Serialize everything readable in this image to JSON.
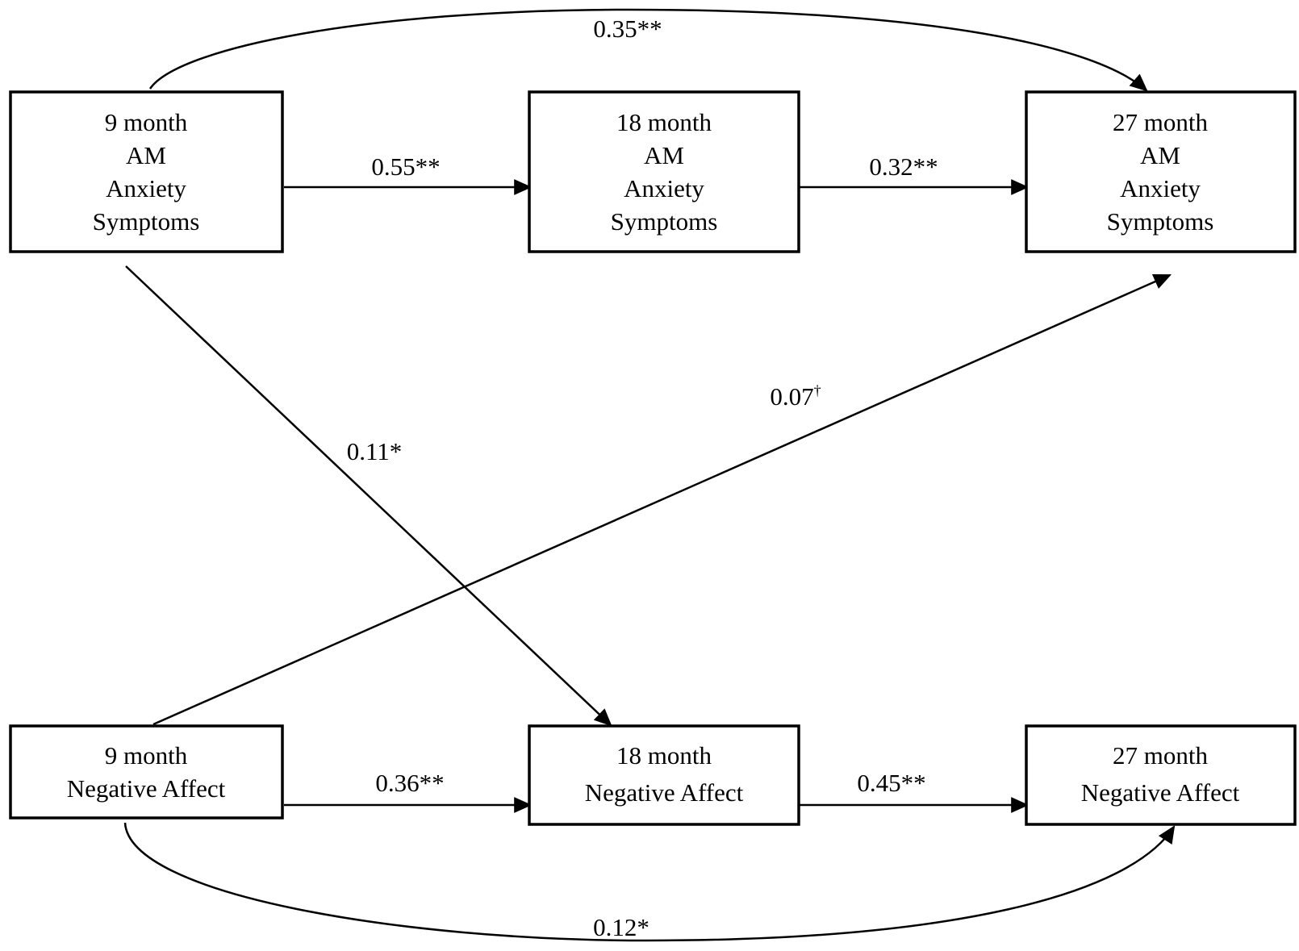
{
  "nodes": {
    "am9": {
      "lines": [
        "9 month",
        "AM",
        "Anxiety",
        "Symptoms"
      ]
    },
    "am18": {
      "lines": [
        "18 month",
        "AM",
        "Anxiety",
        "Symptoms"
      ]
    },
    "am27": {
      "lines": [
        "27 month",
        "AM",
        "Anxiety",
        "Symptoms"
      ]
    },
    "na9": {
      "lines": [
        "9 month",
        "Negative Affect"
      ]
    },
    "na18": {
      "lines": [
        "18 month",
        "Negative Affect"
      ]
    },
    "na27": {
      "lines": [
        "27 month",
        "Negative Affect"
      ]
    }
  },
  "edges": {
    "am9_am27": {
      "label": "0.35**"
    },
    "am9_am18": {
      "label": "0.55**"
    },
    "am18_am27": {
      "label": "0.32**"
    },
    "am9_na18": {
      "label": "0.11*"
    },
    "na9_am27": {
      "label": "0.07",
      "superscript": "†"
    },
    "na9_na18": {
      "label": "0.36**"
    },
    "na18_na27": {
      "label": "0.45**"
    },
    "na9_na27": {
      "label": "0.12*"
    }
  }
}
